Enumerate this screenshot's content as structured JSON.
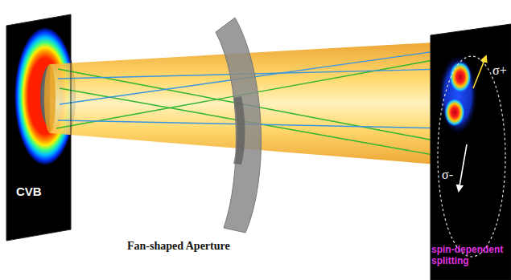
{
  "diagram": {
    "nodes": [
      {
        "text": [
          "CVB"
        ]
      },
      {
        "text": [
          "Fan-shaped Aperture"
        ]
      },
      {
        "text": [
          "σ+",
          "σ-",
          "spin-dependent splitting"
        ]
      }
    ]
  }
}
